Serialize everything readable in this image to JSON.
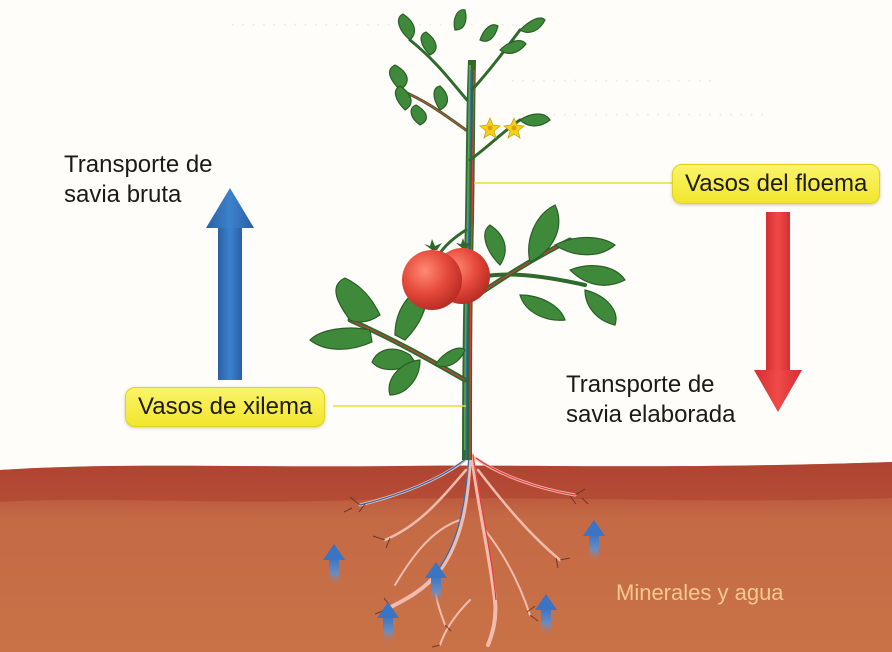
{
  "labels": {
    "raw_sap": [
      "Transporte de",
      "savia bruta"
    ],
    "xylem": "Vasos de xilema",
    "phloem": "Vasos del floema",
    "elaborated_sap": [
      "Transporte de",
      "savia elaborada"
    ],
    "soil": "Minerales y agua"
  },
  "colors": {
    "raw_sap_arrow": "#2d6cb5",
    "elaborated_sap_arrow": "#e8383c",
    "label_fill": "#f5ea3a",
    "soil": "#c1663f",
    "topsoil": "#b24a34",
    "leaf": "#3f8a3a",
    "stem": "#2f6a2c",
    "tomato": "#e5483a",
    "flower": "#f5d21a",
    "root": "#f0b8a8"
  },
  "icons": [
    "up-arrow-icon",
    "down-arrow-icon",
    "small-up-arrow-icon"
  ]
}
